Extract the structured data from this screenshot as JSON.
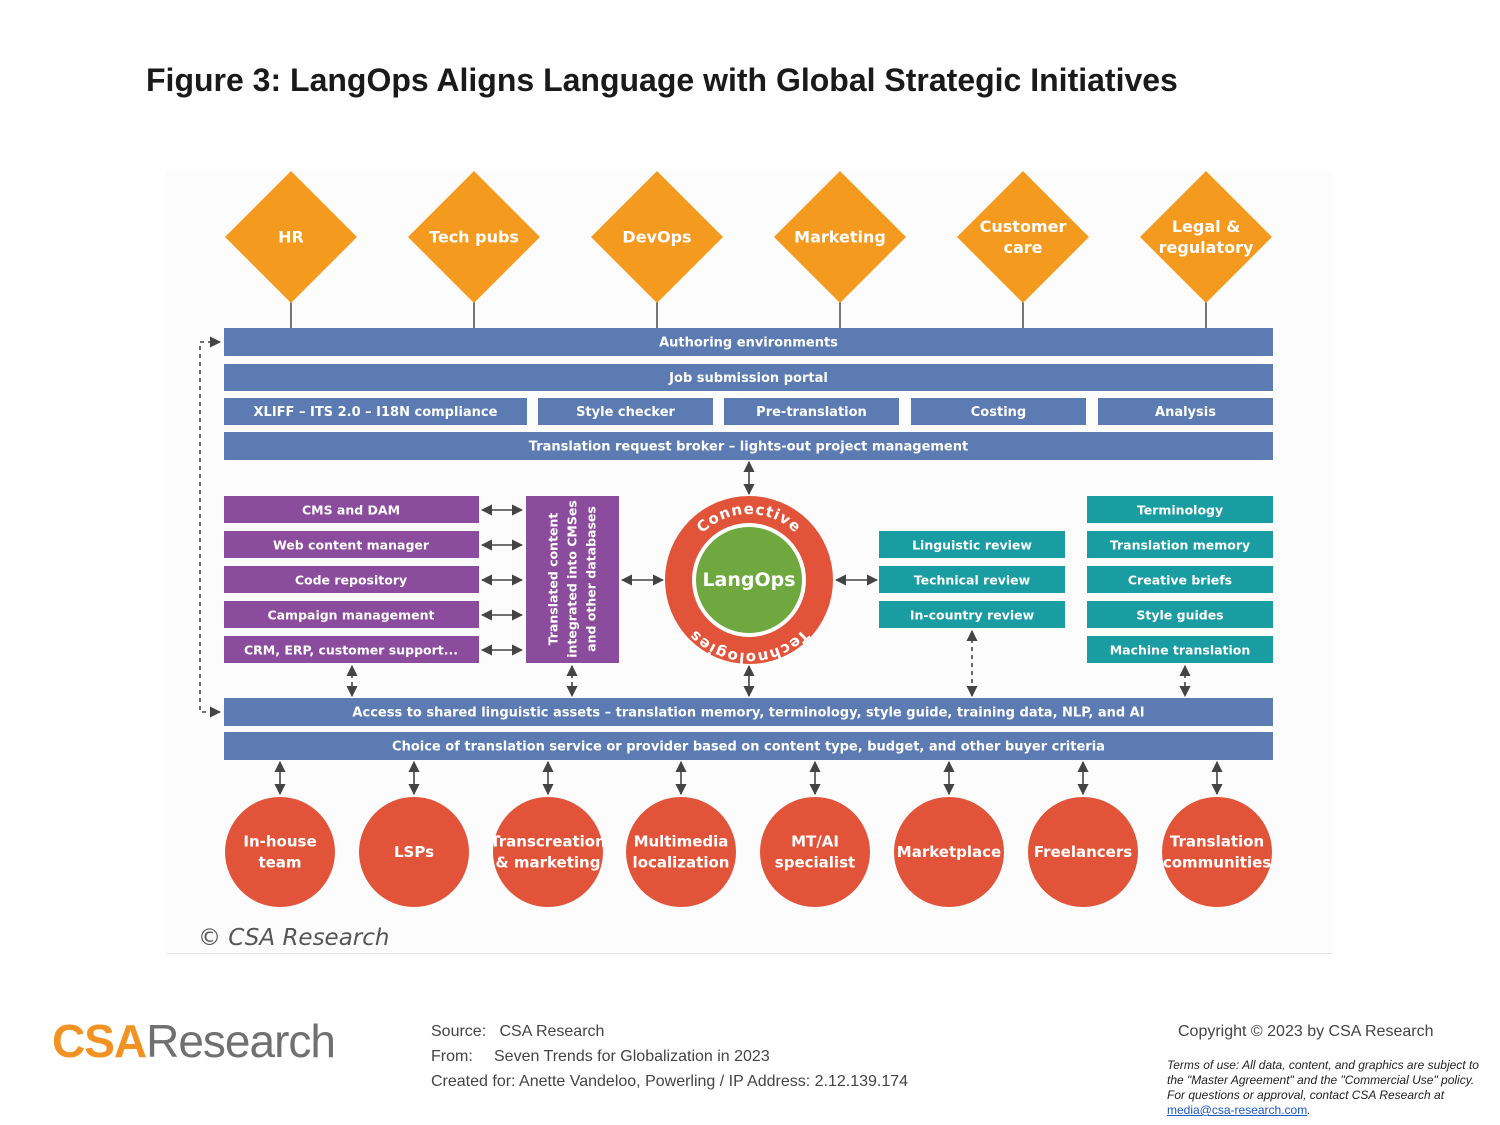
{
  "title": "Figure 3: LangOps Aligns Language with Global Strategic Initiatives",
  "colors": {
    "diamond": "#f49a1f",
    "bar": "#5b7bb2",
    "purple": "#8c4c9e",
    "teal": "#1a9ca3",
    "red": "#e2543a",
    "green": "#6ea83f",
    "arrow": "#444444"
  },
  "diagram": {
    "functions": [
      "HR",
      "Tech pubs",
      "DevOps",
      "Marketing",
      "Customer care",
      "Legal & regulatory"
    ],
    "function_lines": [
      [
        "HR"
      ],
      [
        "Tech pubs"
      ],
      [
        "DevOps"
      ],
      [
        "Marketing"
      ],
      [
        "Customer",
        "care"
      ],
      [
        "Legal &",
        "regulatory"
      ]
    ],
    "authoring": "Authoring environments",
    "job_portal": "Job submission portal",
    "tools": [
      "XLIFF – ITS 2.0 – I18N compliance",
      "Style checker",
      "Pre-translation",
      "Costing",
      "Analysis"
    ],
    "broker": "Translation request broker – lights-out project management",
    "content_systems": [
      "CMS and DAM",
      "Web content manager",
      "Code repository",
      "Campaign management",
      "CRM, ERP, customer support..."
    ],
    "integration_lines": [
      "Translated content",
      "integrated into CMSes",
      "and other databases"
    ],
    "hub": {
      "top_arc": "Connective",
      "center": "LangOps",
      "bottom_arc": "Technologies"
    },
    "reviews": [
      "Linguistic review",
      "Technical review",
      "In-country review"
    ],
    "assets": [
      "Terminology",
      "Translation memory",
      "Creative briefs",
      "Style guides",
      "Machine translation"
    ],
    "shared_assets": "Access to shared linguistic assets – translation memory, terminology, style guide, training data, NLP, and AI",
    "provider_choice": "Choice of translation service or provider based on content type, budget, and other buyer criteria",
    "providers": [
      "In-house team",
      "LSPs",
      "Transcreation & marketing",
      "Multimedia localization",
      "MT/AI specialist",
      "Marketplace",
      "Freelancers",
      "Translation communities"
    ],
    "provider_lines": [
      [
        "In-house",
        "team"
      ],
      [
        "LSPs"
      ],
      [
        "Transcreation",
        "& marketing"
      ],
      [
        "Multimedia",
        "localization"
      ],
      [
        "MT/AI",
        "specialist"
      ],
      [
        "Marketplace"
      ],
      [
        "Freelancers"
      ],
      [
        "Translation",
        "communities"
      ]
    ],
    "copyright_mark": "© CSA Research"
  },
  "footer": {
    "logo_csa": "CSA",
    "logo_research": "Research",
    "source_label": "Source:",
    "source_value": "CSA Research",
    "from_label": "From:",
    "from_value": "Seven Trends for Globalization in 2023",
    "created_label": "Created for:",
    "created_value": "Anette Vandeloo, Powerling / IP Address: 2.12.139.174",
    "copyright": "Copyright © 2023 by CSA Research",
    "terms_text": "Terms of use: All data, content, and graphics are subject to the \"Master Agreement\" and the \"Commercial Use\" policy. For questions or approval, contact CSA Research at",
    "terms_email": "media@csa-research.com",
    "terms_end": "."
  }
}
